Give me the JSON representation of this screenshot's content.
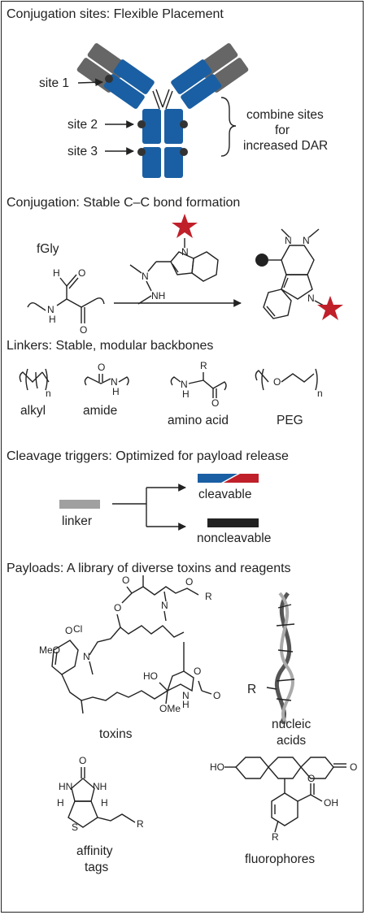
{
  "colors": {
    "heavy_chain": "#1a5fa3",
    "light_chain": "#666666",
    "conjugation_dot": "#333333",
    "payload_star": "#c0202a",
    "linker_gray": "#a0a0a0",
    "noncleavable_bar": "#222222"
  },
  "sections": {
    "sites": {
      "title": "Conjugation sites: Flexible Placement",
      "site1": "site 1",
      "site2": "site 2",
      "site3": "site 3",
      "combine_line1": "combine sites",
      "combine_line2": "for",
      "combine_line3": "increased DAR"
    },
    "conjugation": {
      "title": "Conjugation: Stable C–C bond formation",
      "fgly": "fGly",
      "atom_H": "H",
      "atom_O1": "O",
      "atom_O2": "O",
      "atom_N1": "N",
      "atom_H2": "H",
      "reagent_N1": "N",
      "reagent_NH": "NH",
      "reagent_N_indole": "N",
      "product_N1": "N",
      "product_N2": "N",
      "product_N3": "N"
    },
    "linkers": {
      "title": "Linkers: Stable, modular backbones",
      "alkyl": "alkyl",
      "amide": "amide",
      "amino_acid": "amino acid",
      "peg": "PEG",
      "n1": "n",
      "n2": "n",
      "amide_O": "O",
      "amide_N": "N",
      "amide_H": "H",
      "aa_R": "R",
      "aa_N": "N",
      "aa_H": "H",
      "aa_O": "O",
      "peg_O": "O"
    },
    "cleavage": {
      "title": "Cleavage triggers: Optimized for payload release",
      "linker": "linker",
      "cleavable": "cleavable",
      "noncleavable": "noncleavable"
    },
    "payloads": {
      "title": "Payloads: A library of diverse toxins and reagents",
      "toxins": "toxins",
      "nucleic_line1": "nucleic",
      "nucleic_line2": "acids",
      "affinity_line1": "affinity",
      "affinity_line2": "tags",
      "fluorophores": "fluorophores",
      "tox_Cl": "Cl",
      "tox_MeO": "MeO",
      "tox_N1": "N",
      "tox_O1": "O",
      "tox_O2": "O",
      "tox_O3": "O",
      "tox_N2": "N",
      "tox_R": "R",
      "tox_O4": "O",
      "tox_HO": "HO",
      "tox_OMe": "OMe",
      "tox_O5": "O",
      "tox_N3": "N",
      "tox_H": "H",
      "tox_O6": "O",
      "na_R": "R",
      "bio_O": "O",
      "bio_HN": "HN",
      "bio_NH": "NH",
      "bio_H1": "H",
      "bio_H2": "H",
      "bio_S": "S",
      "bio_R": "R",
      "fl_HO": "HO",
      "fl_O": "O",
      "fl_OH": "OH",
      "fl_O2": "O",
      "fl_R": "R"
    }
  }
}
